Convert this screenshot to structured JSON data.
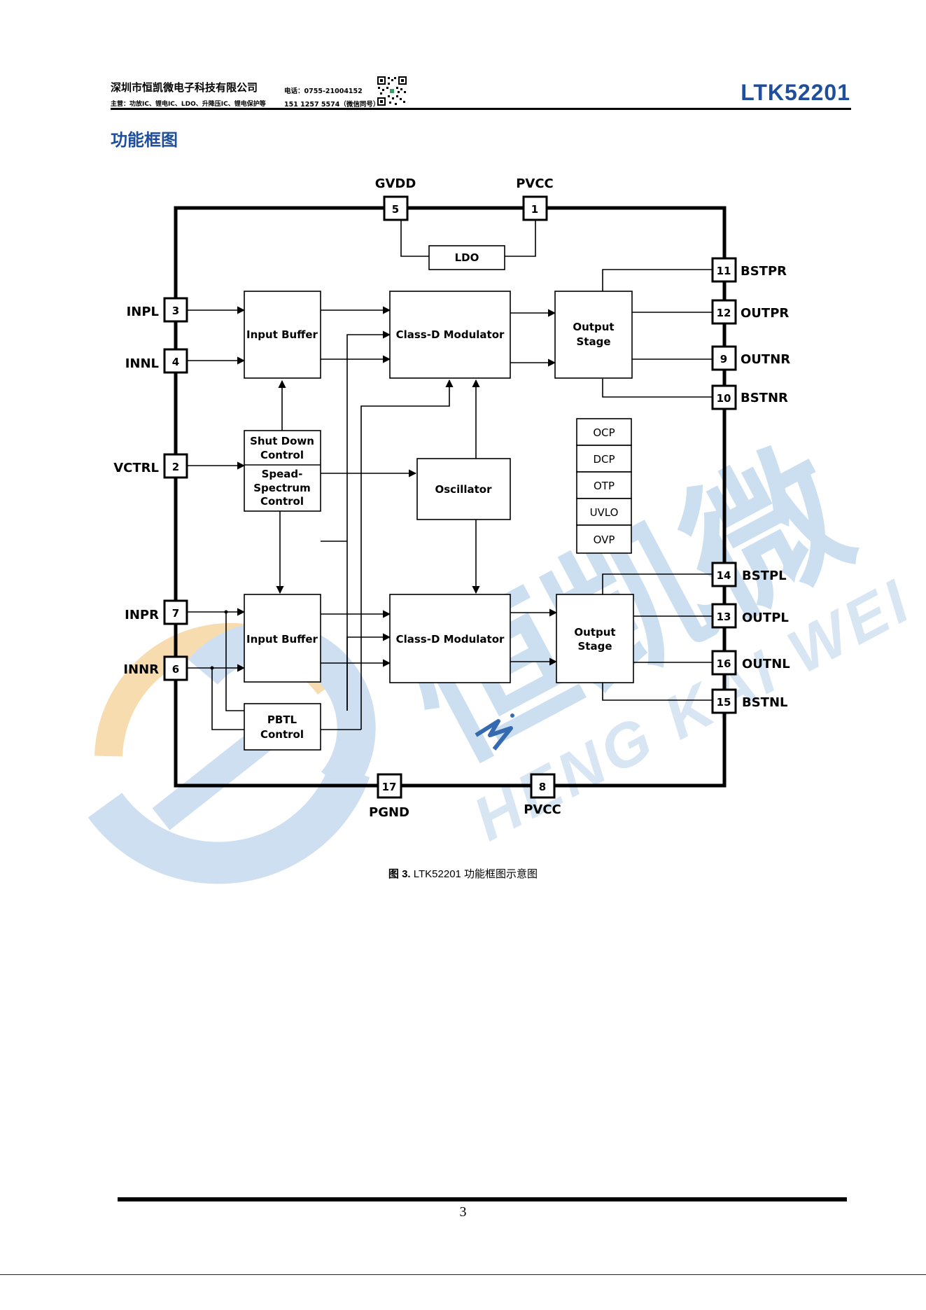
{
  "header": {
    "company": "深圳市恒凯微电子科技有限公司",
    "business": "主营：功放IC、锂电IC、LDO、升降压IC、锂电保护等",
    "phone_label": "电话：0755-21004152",
    "phone_mobile": "151 1257 5574（微信同号）",
    "part_number": "LTK52201"
  },
  "section_title": "功能框图",
  "diagram": {
    "blocks": {
      "ldo": "LDO",
      "input_buffer_l": "Input Buffer",
      "input_buffer_r": "Input Buffer",
      "modulator_l": "Class-D Modulator",
      "modulator_r": "Class-D Modulator",
      "output_stage_l": [
        "Output",
        "Stage"
      ],
      "output_stage_r": [
        "Output",
        "Stage"
      ],
      "shutdown": [
        "Shut Down",
        "Control"
      ],
      "spread": [
        "Spead-",
        "Spectrum",
        "Control"
      ],
      "oscillator": "Oscillator",
      "pbtl": [
        "PBTL",
        "Control"
      ]
    },
    "protections": [
      "OCP",
      "DCP",
      "OTP",
      "UVLO",
      "OVP"
    ],
    "pins": {
      "gvdd": {
        "num": "5",
        "name": "GVDD"
      },
      "pvcc_top": {
        "num": "1",
        "name": "PVCC"
      },
      "inpl": {
        "num": "3",
        "name": "INPL"
      },
      "innl": {
        "num": "4",
        "name": "INNL"
      },
      "vctrl": {
        "num": "2",
        "name": "VCTRL"
      },
      "inpr": {
        "num": "7",
        "name": "INPR"
      },
      "innr": {
        "num": "6",
        "name": "INNR"
      },
      "bstpr": {
        "num": "11",
        "name": "BSTPR"
      },
      "outpr": {
        "num": "12",
        "name": "OUTPR"
      },
      "outnr": {
        "num": "9",
        "name": "OUTNR"
      },
      "bstnr": {
        "num": "10",
        "name": "BSTNR"
      },
      "bstpl": {
        "num": "14",
        "name": "BSTPL"
      },
      "outpl": {
        "num": "13",
        "name": "OUTPL"
      },
      "outnl": {
        "num": "16",
        "name": "OUTNL"
      },
      "bstnl": {
        "num": "15",
        "name": "BSTNL"
      },
      "pgnd": {
        "num": "17",
        "name": "PGND"
      },
      "pvcc_bottom": {
        "num": "8",
        "name": "PVCC"
      }
    },
    "watermark": {
      "text_cn": "恒凯微",
      "text_en": "HENG KAI WEI"
    }
  },
  "caption": {
    "figure": "图 3.",
    "text": "LTK52201  功能框图示意图"
  },
  "page_number": "3"
}
